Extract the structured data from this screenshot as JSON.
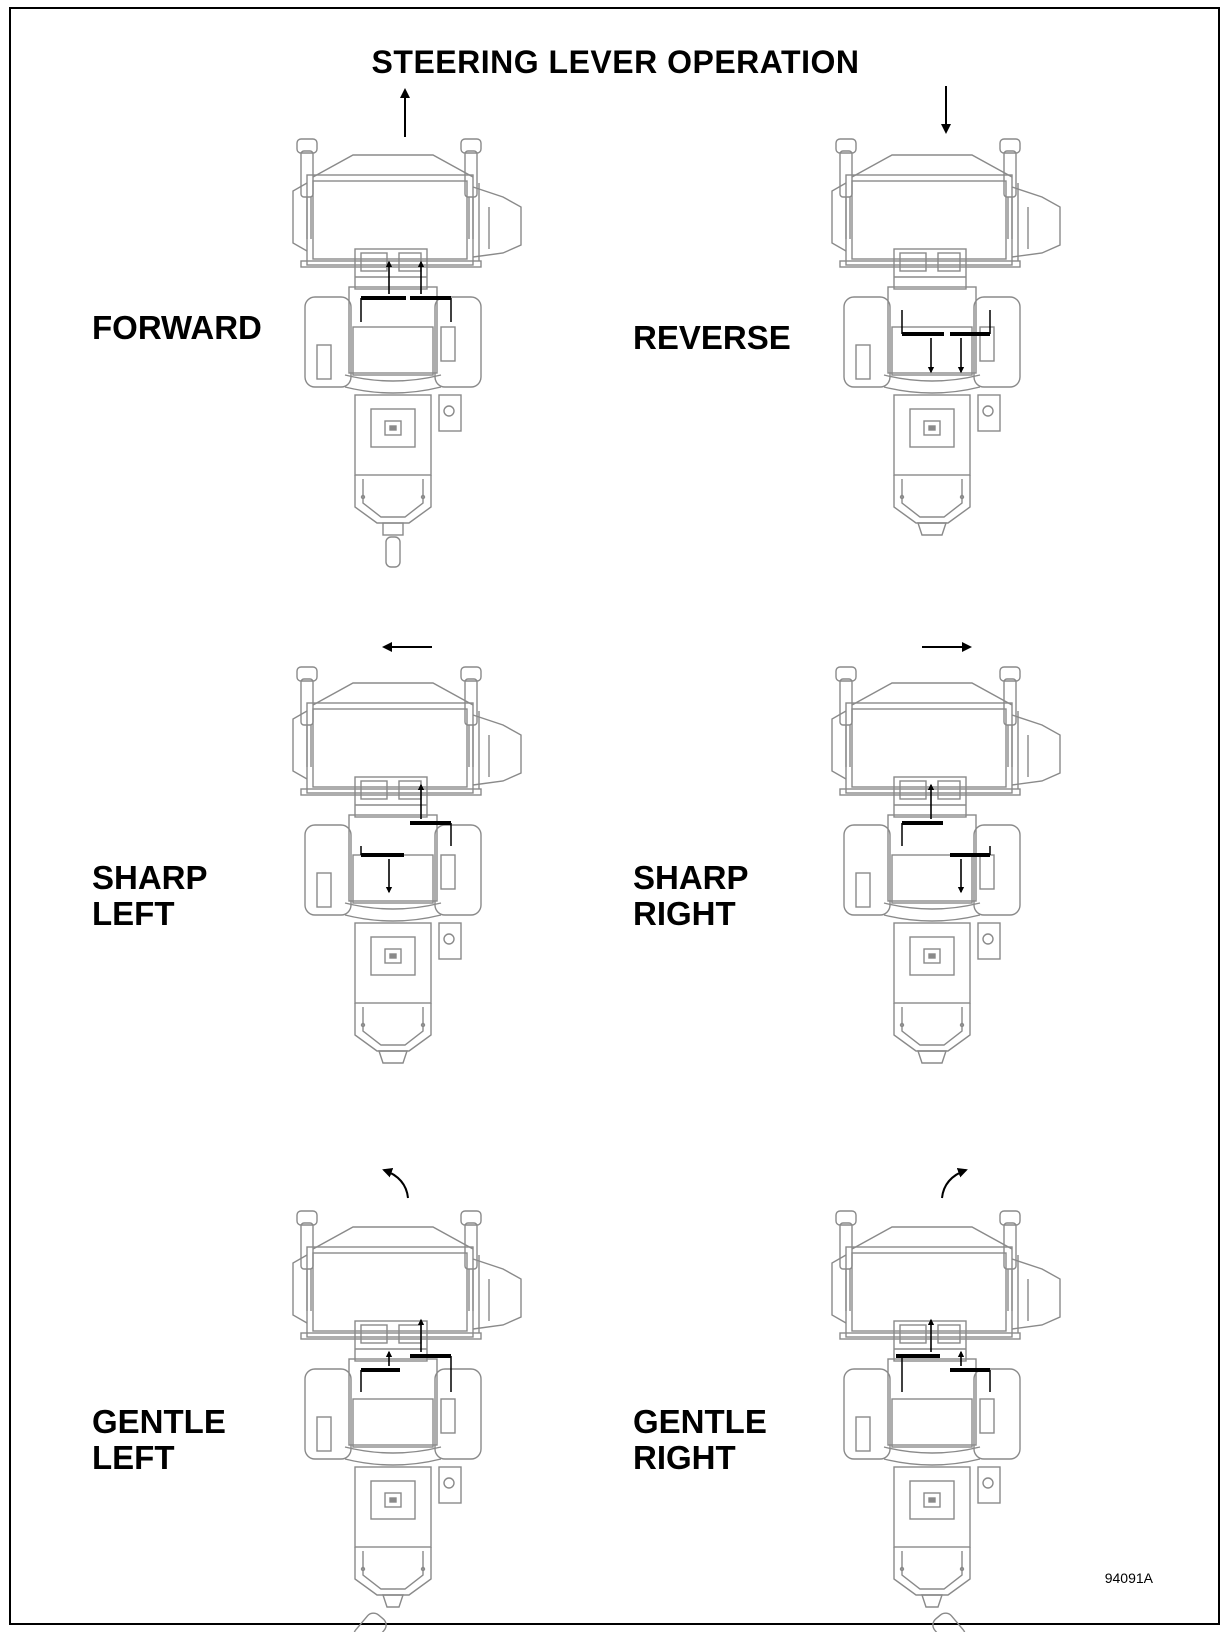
{
  "title": "STEERING LEVER OPERATION",
  "figure_code": "94091A",
  "panels": [
    {
      "id": "forward",
      "label": "FORWARD",
      "left_lever": "forward",
      "right_lever": "forward",
      "motion": "forward"
    },
    {
      "id": "reverse",
      "label": "REVERSE",
      "left_lever": "reverse",
      "right_lever": "reverse",
      "motion": "reverse"
    },
    {
      "id": "sharp-left",
      "label": "SHARP\nLEFT",
      "left_lever": "reverse",
      "right_lever": "forward",
      "motion": "left"
    },
    {
      "id": "sharp-right",
      "label": "SHARP\nRIGHT",
      "left_lever": "forward",
      "right_lever": "reverse",
      "motion": "right"
    },
    {
      "id": "gentle-left",
      "label": "GENTLE\nLEFT",
      "left_lever": "slight-forward",
      "right_lever": "forward",
      "motion": "curve-left"
    },
    {
      "id": "gentle-right",
      "label": "GENTLE\nRIGHT",
      "left_lever": "forward",
      "right_lever": "slight-forward",
      "motion": "curve-right"
    }
  ],
  "colors": {
    "outline": "#8a8a8a",
    "ink": "#000000",
    "lever": "#000000"
  }
}
